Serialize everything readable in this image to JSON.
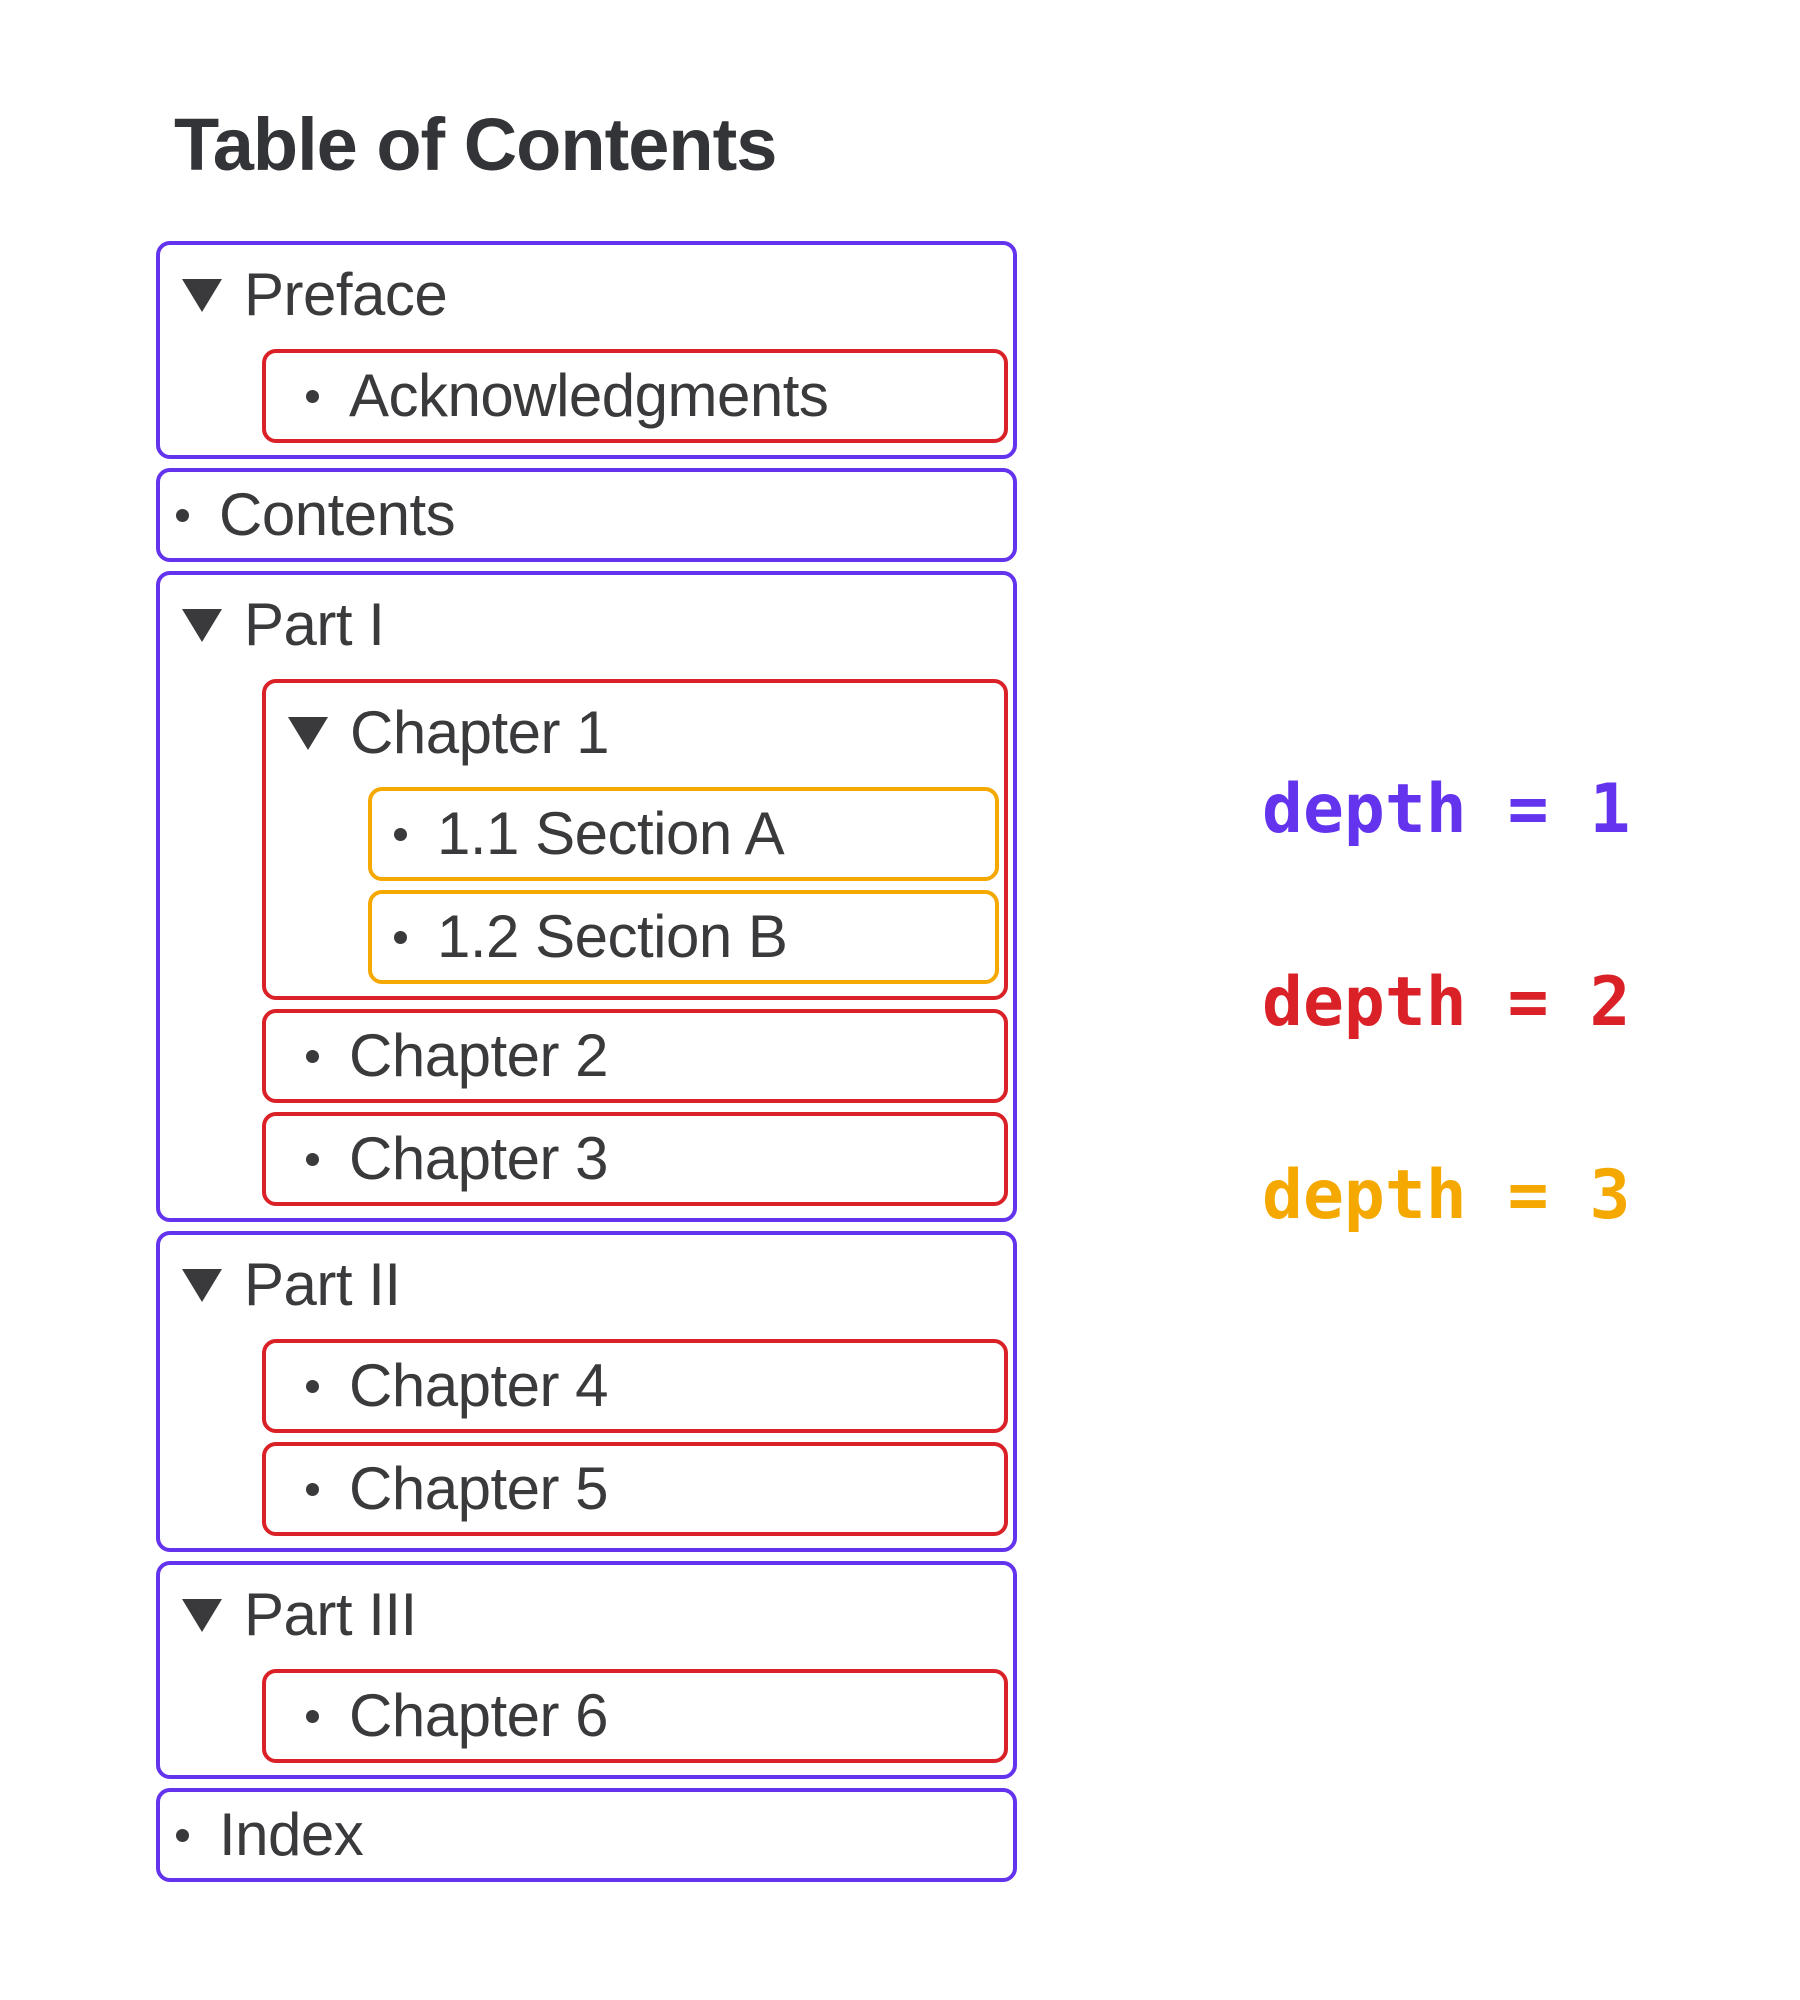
{
  "title": "Table of Contents",
  "colors": {
    "depth1": "#6333ee",
    "depth2": "#d92127",
    "depth3": "#f5a800",
    "ink": "#3a3a3c",
    "title_ink": "#333438"
  },
  "toc": {
    "items": [
      {
        "label": "Preface",
        "depth": 1,
        "marker": "triangle",
        "children": [
          {
            "label": "Acknowledgments",
            "depth": 2,
            "marker": "bullet",
            "children": []
          }
        ]
      },
      {
        "label": "Contents",
        "depth": 1,
        "marker": "bullet",
        "children": []
      },
      {
        "label": "Part I",
        "depth": 1,
        "marker": "triangle",
        "children": [
          {
            "label": "Chapter 1",
            "depth": 2,
            "marker": "triangle",
            "children": [
              {
                "label": "1.1 Section A",
                "depth": 3,
                "marker": "bullet",
                "children": []
              },
              {
                "label": "1.2 Section B",
                "depth": 3,
                "marker": "bullet",
                "children": []
              }
            ]
          },
          {
            "label": "Chapter 2",
            "depth": 2,
            "marker": "bullet",
            "children": []
          },
          {
            "label": "Chapter 3",
            "depth": 2,
            "marker": "bullet",
            "children": []
          }
        ]
      },
      {
        "label": "Part II",
        "depth": 1,
        "marker": "triangle",
        "children": [
          {
            "label": "Chapter 4",
            "depth": 2,
            "marker": "bullet",
            "children": []
          },
          {
            "label": "Chapter 5",
            "depth": 2,
            "marker": "bullet",
            "children": []
          }
        ]
      },
      {
        "label": "Part III",
        "depth": 1,
        "marker": "triangle",
        "children": [
          {
            "label": "Chapter 6",
            "depth": 2,
            "marker": "bullet",
            "children": []
          }
        ]
      },
      {
        "label": "Index",
        "depth": 1,
        "marker": "bullet",
        "children": []
      }
    ]
  },
  "legend": {
    "items": [
      {
        "label": "depth = 1",
        "color_key": "depth1"
      },
      {
        "label": "depth = 2",
        "color_key": "depth2"
      },
      {
        "label": "depth = 3",
        "color_key": "depth3"
      }
    ]
  }
}
